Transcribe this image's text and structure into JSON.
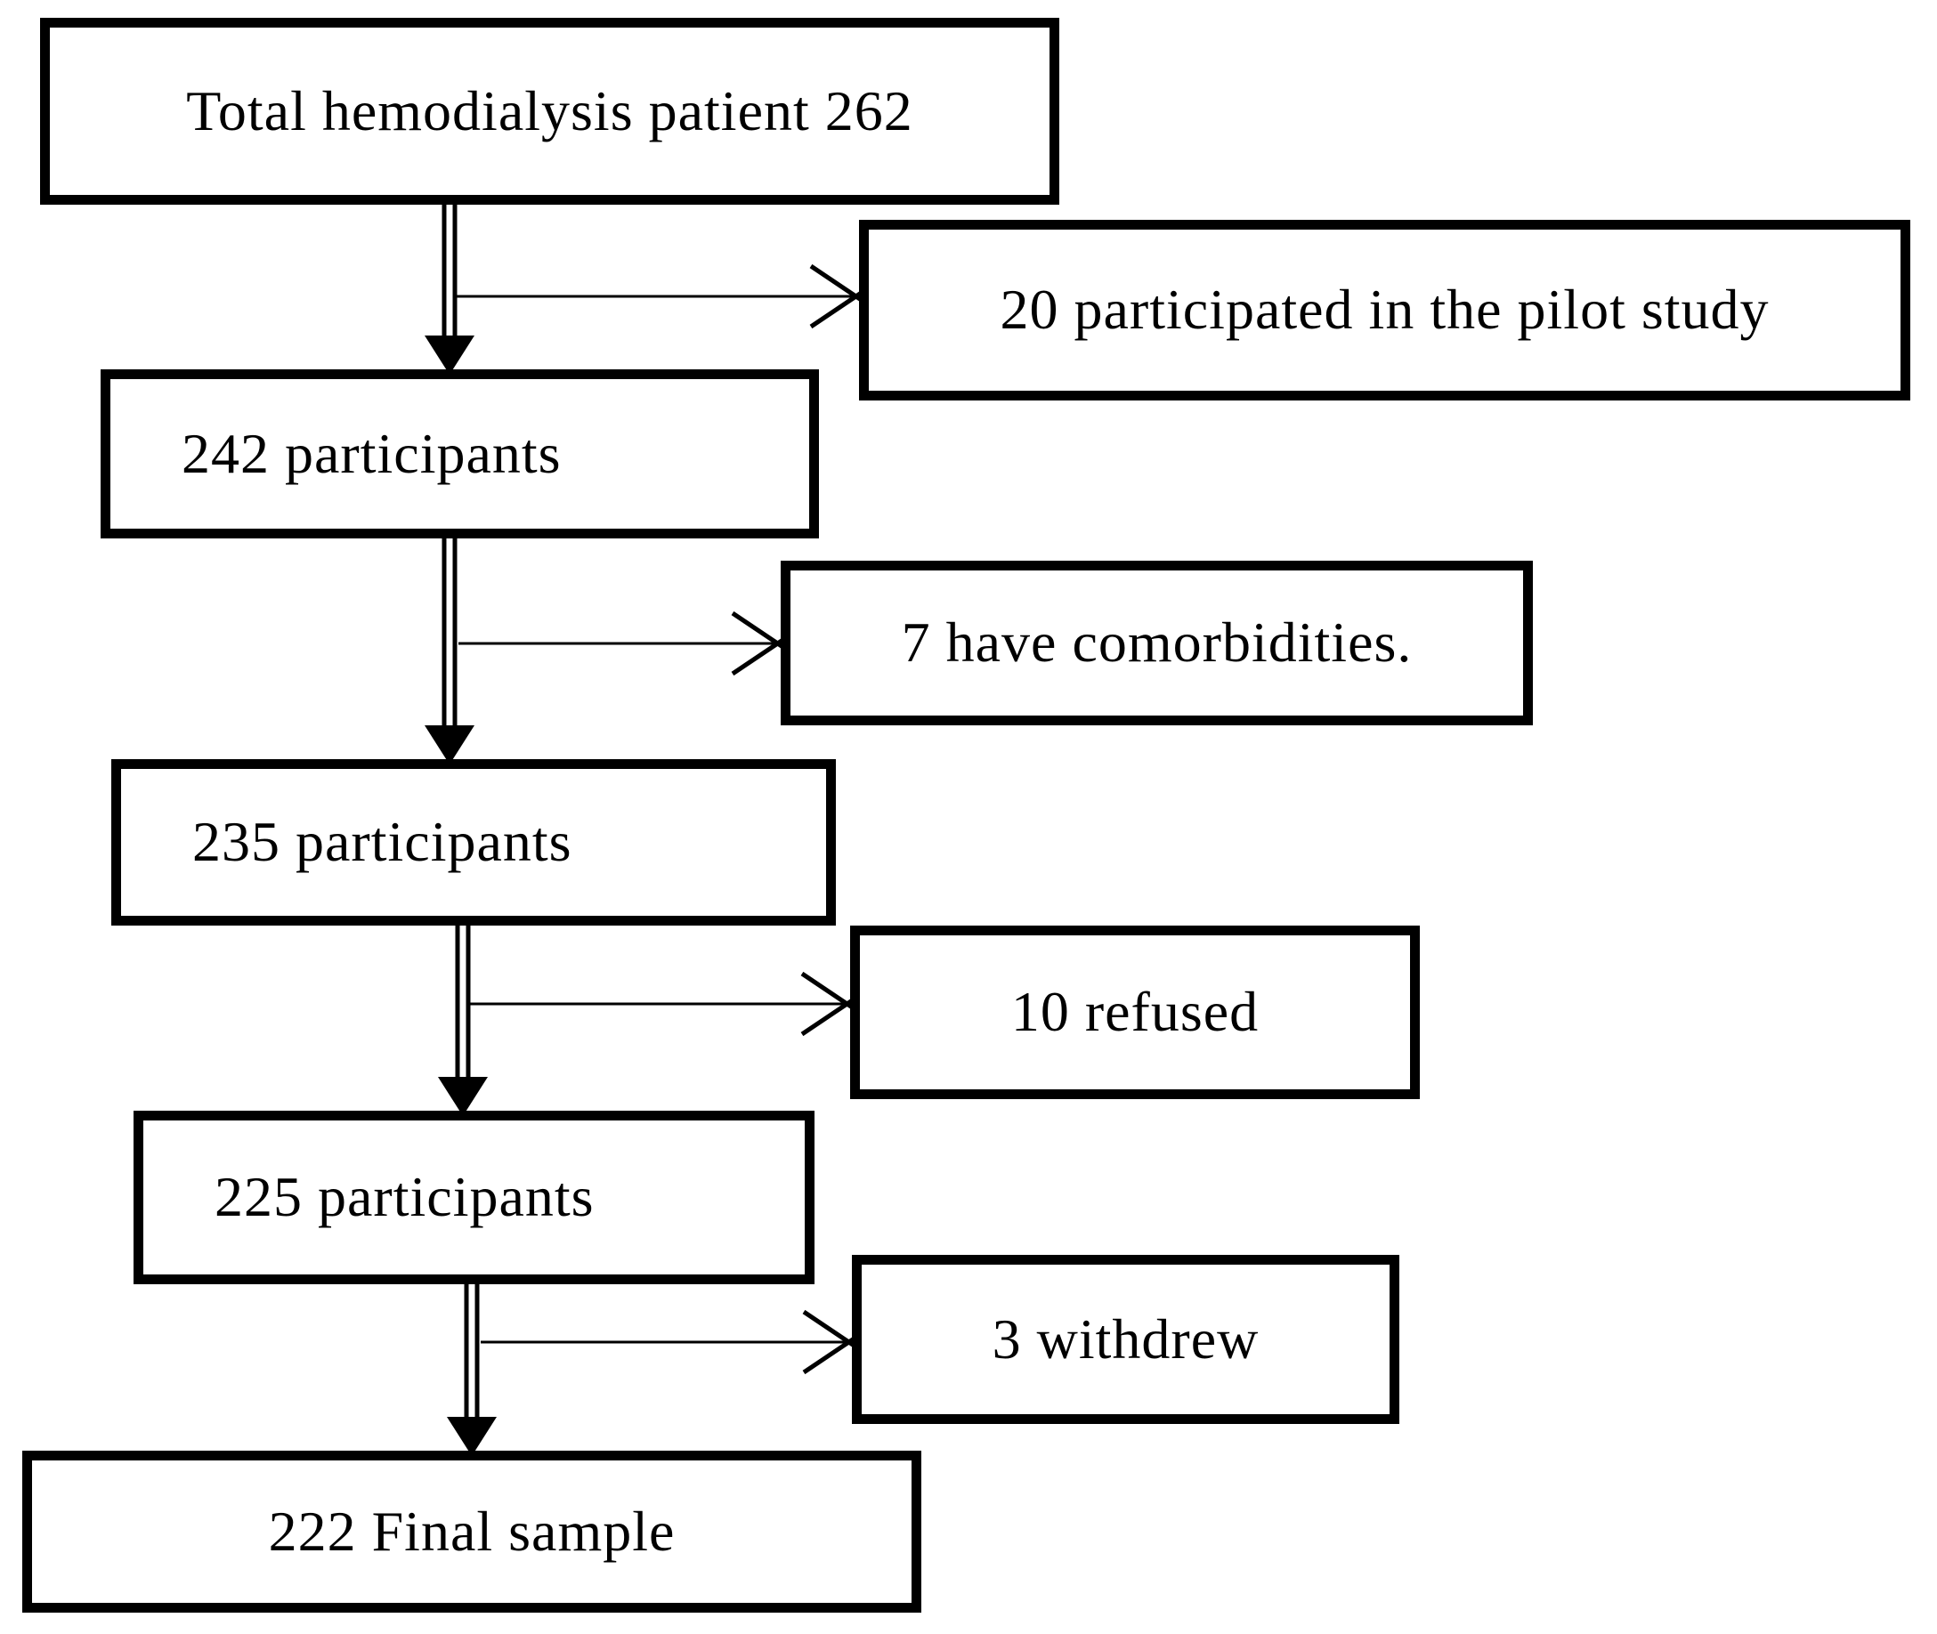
{
  "diagram": {
    "type": "flowchart",
    "colors": {
      "background": "#ffffff",
      "border": "#000000",
      "text": "#000000"
    },
    "main_flow": [
      {
        "label": "Total hemodialysis patient 262"
      },
      {
        "label": "242 participants"
      },
      {
        "label": "235 participants"
      },
      {
        "label": "225 participants"
      },
      {
        "label": "222 Final sample"
      }
    ],
    "exclusions": [
      {
        "label": "20 participated in the pilot study"
      },
      {
        "label": "7 have comorbidities."
      },
      {
        "label": "10 refused"
      },
      {
        "label": "3 withdrew"
      }
    ],
    "edges": [
      {
        "from": "Total hemodialysis patient 262",
        "to": "242 participants"
      },
      {
        "from": "Total hemodialysis patient 262",
        "to": "20 participated in the pilot study"
      },
      {
        "from": "242 participants",
        "to": "235 participants"
      },
      {
        "from": "242 participants",
        "to": "7 have comorbidities."
      },
      {
        "from": "235 participants",
        "to": "225 participants"
      },
      {
        "from": "235 participants",
        "to": "10 refused"
      },
      {
        "from": "225 participants",
        "to": "222 Final sample"
      },
      {
        "from": "225 participants",
        "to": "3 withdrew"
      }
    ]
  }
}
